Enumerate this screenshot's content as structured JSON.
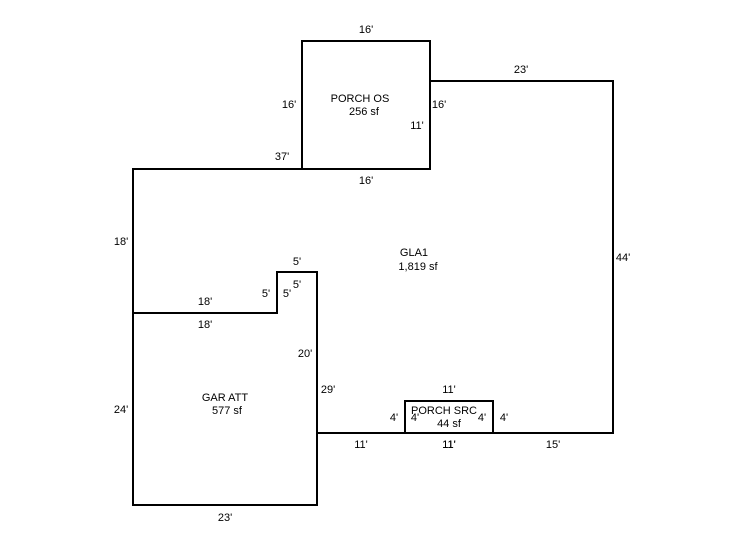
{
  "areas": {
    "porch_os": {
      "name": "PORCH OS",
      "size": "256 sf"
    },
    "gla1": {
      "name": "GLA1",
      "size": "1,819 sf"
    },
    "gar_att": {
      "name": "GAR ATT",
      "size": "577 sf"
    },
    "porch_src": {
      "name": "PORCH SRC",
      "size": "44 sf"
    }
  },
  "dimensions": {
    "porch_top": "16'",
    "porch_left": "16'",
    "porch_right_outer": "16'",
    "porch_right_inner": "11'",
    "porch_bottom": "16'",
    "gla_top_right": "23'",
    "gla_top_left": "37'",
    "gla_right": "44'",
    "gla_left": "18'",
    "gla_bottom_right": "15'",
    "gla_bottom_mid": "11'",
    "notch_top": "5'",
    "notch_left_outer": "5'",
    "notch_left_inner": "5'",
    "notch_right_inner": "5'",
    "step_top": "18'",
    "step_bottom": "18'",
    "garage_right_upper": "20'",
    "garage_right_lower": "29'",
    "garage_left": "24'",
    "garage_bottom": "23'",
    "garage_side_bottom": "11'",
    "src_top": "11'",
    "src_bottom": "11'",
    "src_left_outer": "4'",
    "src_left_inner": "4'",
    "src_right_inner": "4'",
    "src_right_outer": "4'"
  }
}
